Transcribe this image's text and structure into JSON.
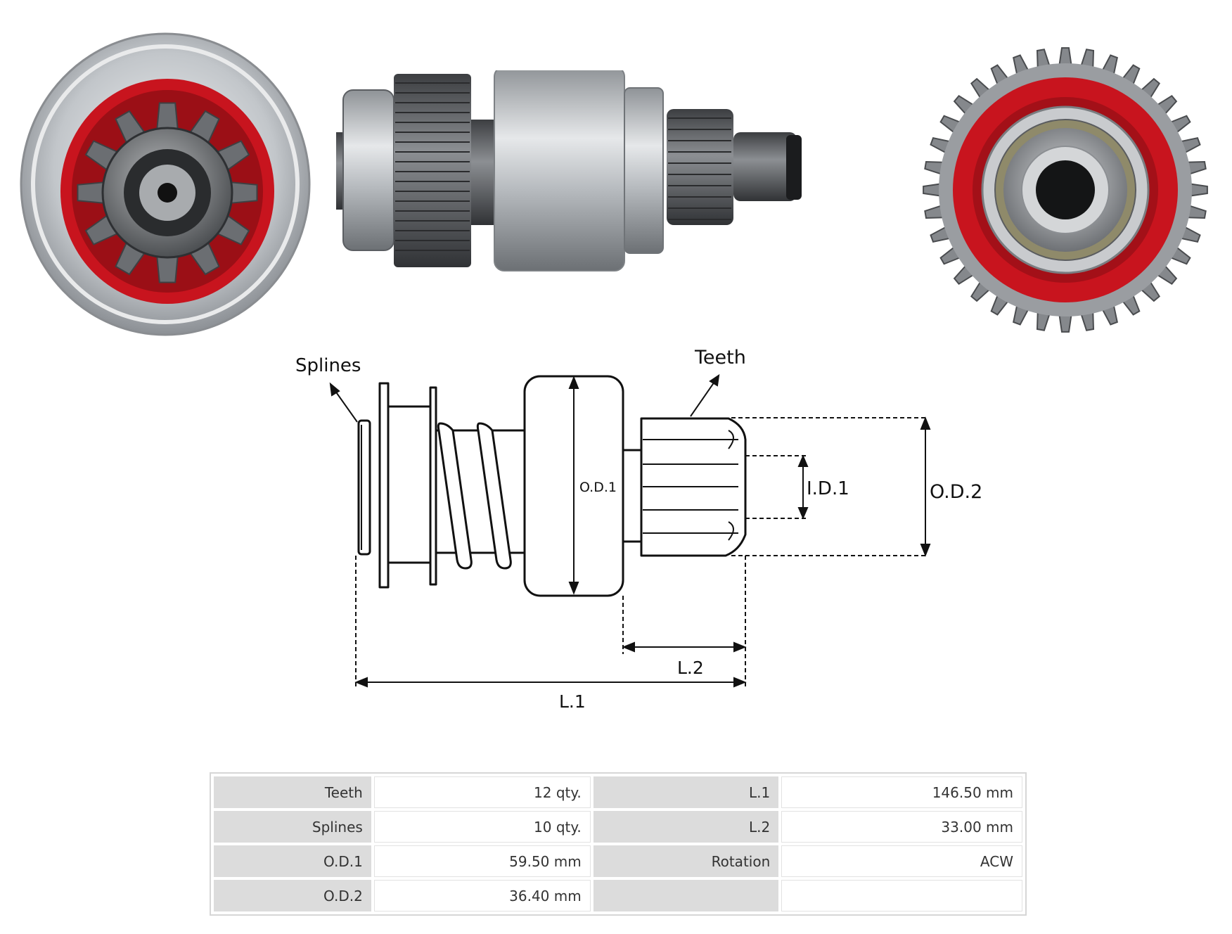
{
  "diagram": {
    "splines_label": "Splines",
    "teeth_label": "Teeth",
    "od1_label": "O.D.1",
    "id1_label": "I.D.1",
    "od2_label": "O.D.2",
    "l1_label": "L.1",
    "l2_label": "L.2"
  },
  "specs": {
    "rows": [
      [
        {
          "label": "Teeth",
          "value": "12 qty."
        },
        {
          "label": "L.1",
          "value": "146.50 mm"
        }
      ],
      [
        {
          "label": "Splines",
          "value": "10 qty."
        },
        {
          "label": "L.2",
          "value": "33.00 mm"
        }
      ],
      [
        {
          "label": "O.D.1",
          "value": "59.50 mm"
        },
        {
          "label": "Rotation",
          "value": "ACW"
        }
      ],
      [
        {
          "label": "O.D.2",
          "value": "36.40 mm"
        },
        {
          "label": "",
          "value": ""
        }
      ]
    ]
  },
  "colors": {
    "seal_red": "#c8141e",
    "metal_light": "#c9ccd0",
    "metal_dark": "#55585c",
    "table_label_bg": "#dcdcdc"
  },
  "icons": {
    "front": "drive-front-view-image",
    "side": "drive-side-view-image",
    "rear": "drive-rear-view-image"
  }
}
